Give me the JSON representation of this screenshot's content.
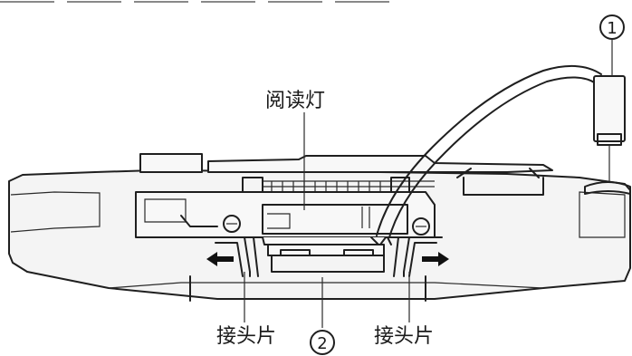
{
  "labels": {
    "reading_light": "阅读灯",
    "connector_left": "接头片",
    "connector_right": "接头片",
    "callout_1": "1",
    "callout_2": "2"
  },
  "colors": {
    "line": "#1f1f1f",
    "body_fill": "#f4f4f4",
    "background": "#ffffff"
  },
  "icons": {
    "arrow_left": "arrow-left-icon",
    "arrow_right": "arrow-right-icon"
  }
}
